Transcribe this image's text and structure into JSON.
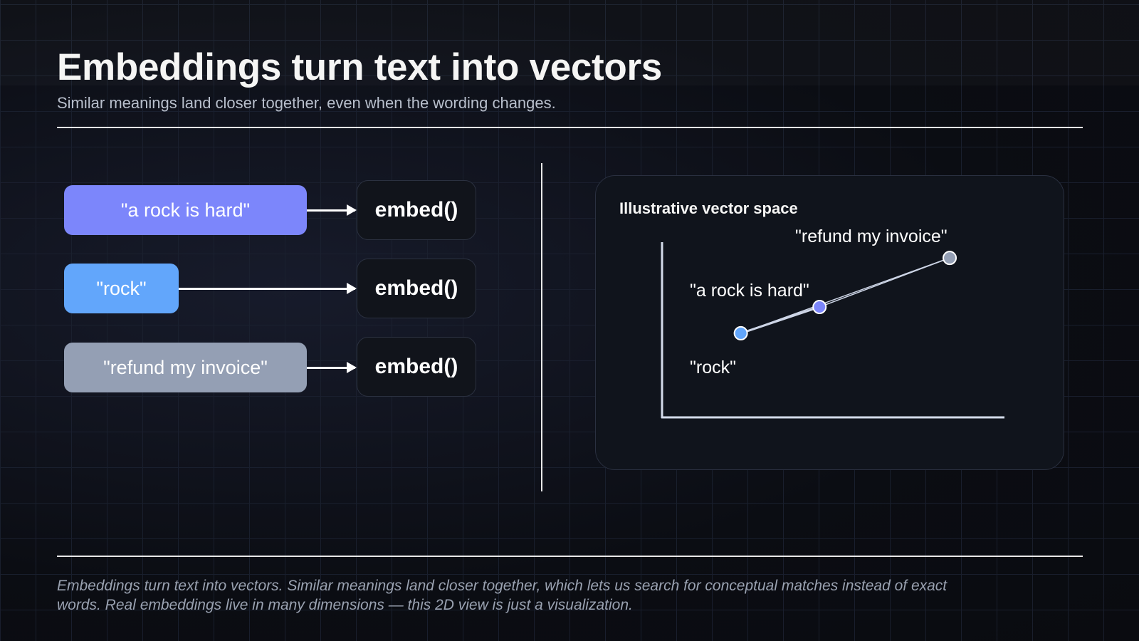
{
  "header": {
    "title": "Embeddings turn text into vectors",
    "subtitle": "Similar meanings land closer together, even when the wording changes."
  },
  "inputs": [
    {
      "text": "\"a rock is hard\"",
      "color": "#7c86fb",
      "fn": "embed()"
    },
    {
      "text": "\"rock\"",
      "color": "#62a6fb",
      "fn": "embed()"
    },
    {
      "text": "\"refund my invoice\"",
      "color": "#949fb4",
      "fn": "embed()"
    }
  ],
  "vector_space": {
    "title": "Illustrative vector space",
    "points": [
      {
        "label": "\"rock\"",
        "x": 2.3,
        "y": 4.8,
        "color": "#62a6fb"
      },
      {
        "label": "\"a rock is hard\"",
        "x": 4.6,
        "y": 6.3,
        "color": "#7c86fb"
      },
      {
        "label": "\"refund my invoice\"",
        "x": 8.4,
        "y": 9.1,
        "color": "#949fb4"
      }
    ],
    "xlim": [
      0,
      10
    ],
    "ylim": [
      0,
      10
    ]
  },
  "footer": {
    "caption": "Embeddings turn text into vectors. Similar meanings land closer together, which lets us search for conceptual matches instead of exact words. Real embeddings live in many dimensions — this 2D view is just a visualization."
  }
}
